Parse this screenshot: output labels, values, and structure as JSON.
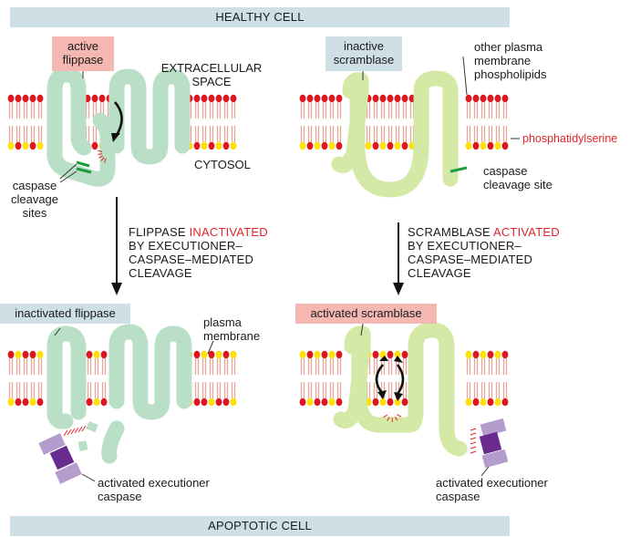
{
  "banners": {
    "top": "HEALTHY CELL",
    "bottom": "APOPTOTIC CELL"
  },
  "tags": {
    "active_flippase": [
      "active",
      "flippase"
    ],
    "inactive_scramblase": [
      "inactive",
      "scramblase"
    ],
    "inactivated_flippase": "inactivated flippase",
    "activated_scramblase": "activated scramblase"
  },
  "labels": {
    "extracellular": [
      "EXTRACELLULAR",
      "SPACE"
    ],
    "cytosol": "CYTOSOL",
    "caspase_cleavage_sites": [
      "caspase",
      "cleavage",
      "sites"
    ],
    "other_phospholipids": [
      "other plasma",
      "membrane",
      "phospholipids"
    ],
    "phosphatidylserine": "phosphatidylserine",
    "caspase_cleavage_site": [
      "caspase",
      "cleavage site"
    ],
    "plasma_membrane": [
      "plasma",
      "membrane"
    ],
    "activated_executioner_left": [
      "activated executioner",
      "caspase"
    ],
    "activated_executioner_right": [
      "activated executioner",
      "caspase"
    ]
  },
  "arrows": {
    "left": {
      "line1_prefix": "FLIPPASE ",
      "line1_highlight": "INACTIVATED",
      "line2": "BY EXECUTIONER–",
      "line3": "CASPASE–MEDIATED",
      "line4": "CLEAVAGE"
    },
    "right": {
      "line1_prefix": "SCRAMBLASE ",
      "line1_highlight": "ACTIVATED",
      "line2": "BY EXECUTIONER–",
      "line3": "CASPASE–MEDIATED",
      "line4": "CLEAVAGE"
    }
  },
  "colors": {
    "banner": "#cfdfe6",
    "tag_red": "#f4b7b1",
    "tag_blue": "#cfdfe6",
    "head_red": "#e0141e",
    "head_yellow": "#ffe000",
    "tail": "#e8a59a",
    "flippase": "#b9dfc6",
    "scramblase": "#d5e9a6",
    "cleavage_mark": "#1e9b3c",
    "caspase_dark": "#6a2b8e",
    "caspase_light": "#b49ccc",
    "highlight_text": "#e3242b",
    "arrow": "#111111"
  }
}
